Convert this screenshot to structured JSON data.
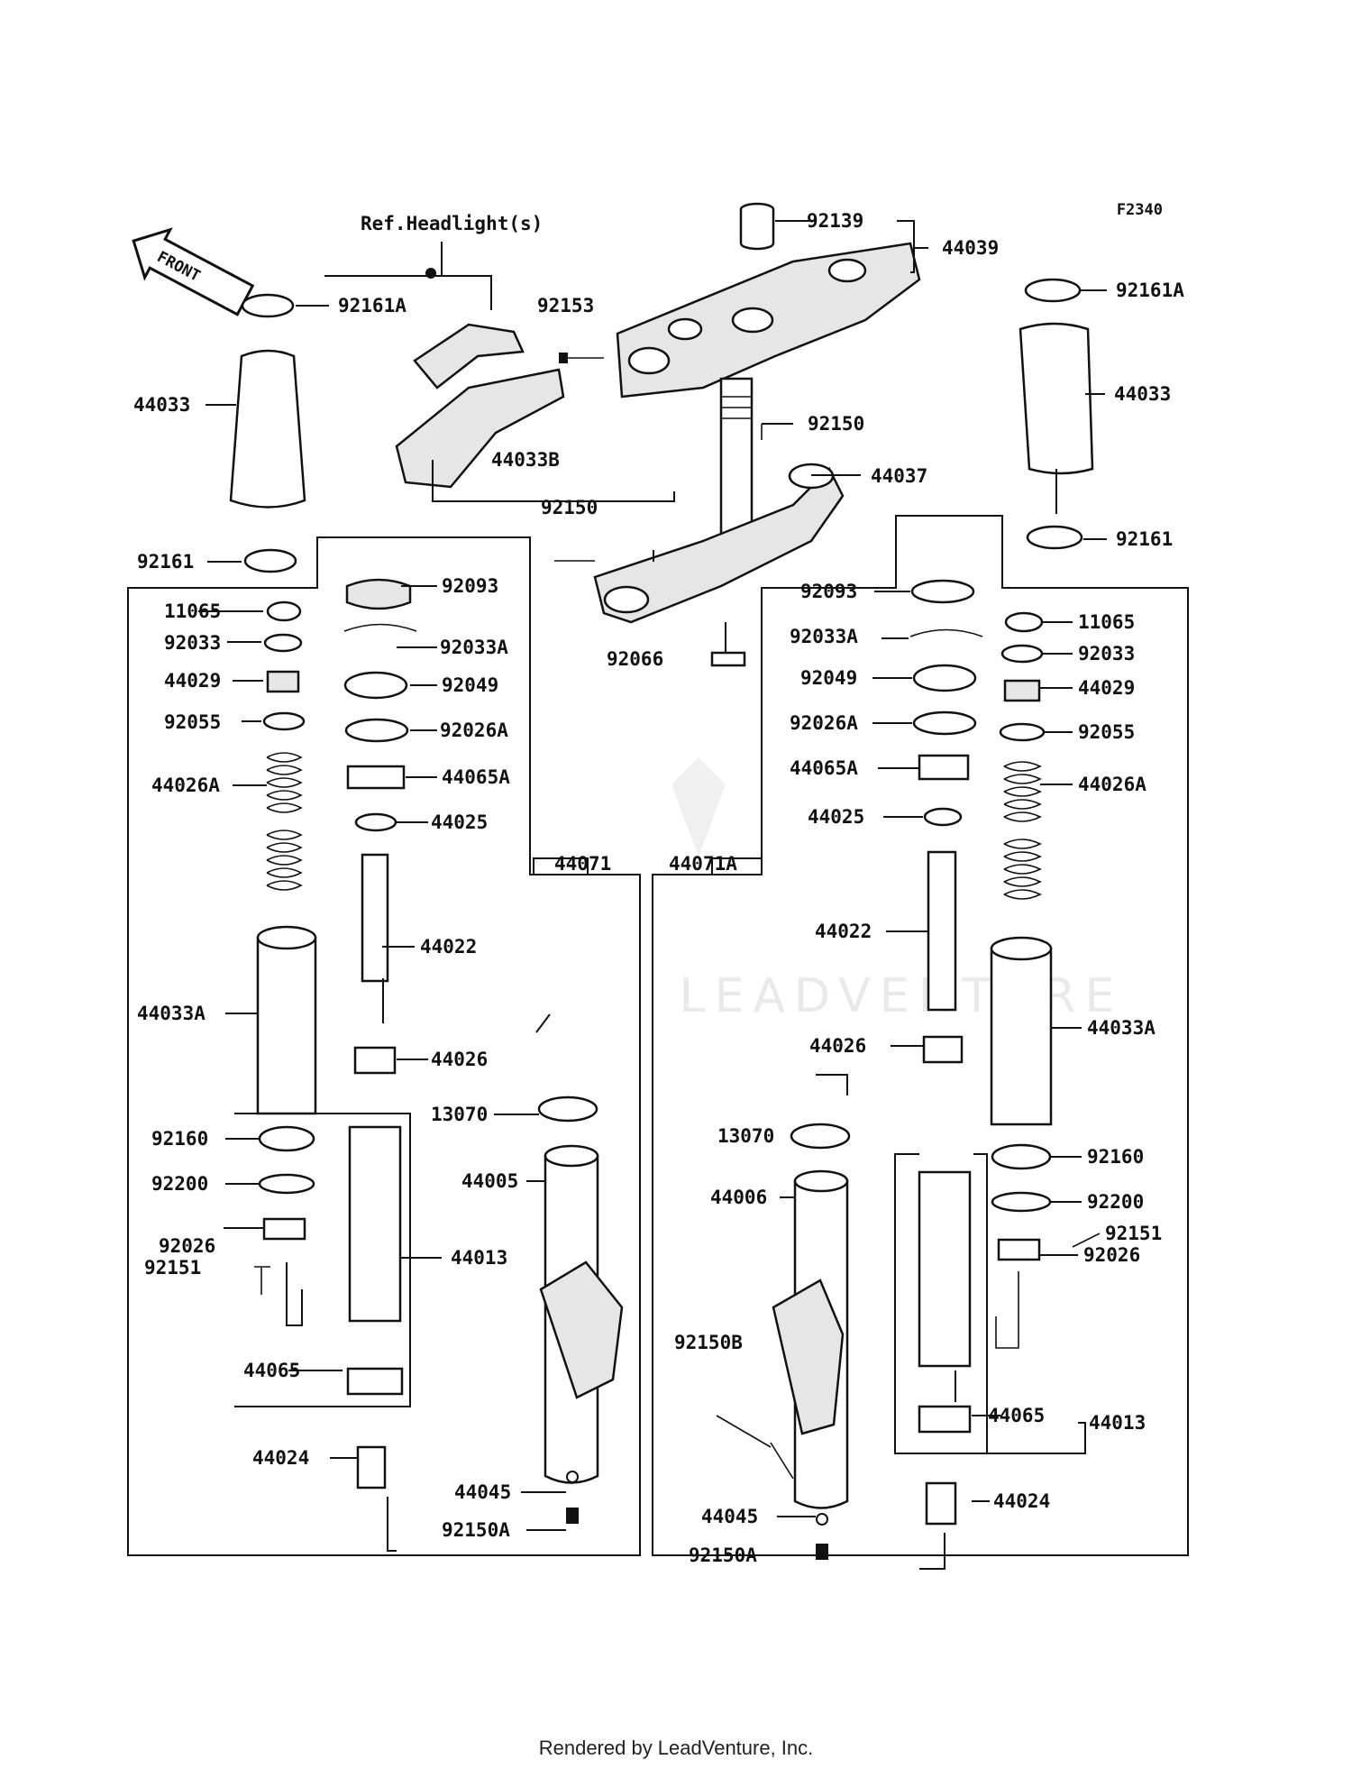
{
  "diagram_code": "F2340",
  "front_label": "FRONT",
  "ref_note": "Ref.Headlight(s)",
  "watermark": "LEADVENTURE",
  "footer": "Rendered by LeadVenture, Inc.",
  "labels": {
    "p92161A_l": "92161A",
    "p44033_l": "44033",
    "p92161_l": "92161",
    "p11065_l": "11065",
    "p92033_l": "92033",
    "p44029_l": "44029",
    "p92055_l": "92055",
    "p44026A_l": "44026A",
    "p44033A_l": "44033A",
    "p92160_l": "92160",
    "p92200_l": "92200",
    "p92026_l": "92026",
    "p92151_l": "92151",
    "p44065_l": "44065",
    "p44024_l": "44024",
    "p92093_l": "92093",
    "p92033A_l": "92033A",
    "p92049_l": "92049",
    "p92026A_l": "92026A",
    "p44065A_l": "44065A",
    "p44025_l": "44025",
    "p44022_l": "44022",
    "p44026_l": "44026",
    "p44013_l": "44013",
    "p13070_l": "13070",
    "p44005_l": "44005",
    "p44045_l": "44045",
    "p92150A_l": "92150A",
    "p44071": "44071",
    "p44071A": "44071A",
    "p92139": "92139",
    "p44039": "44039",
    "p92153": "92153",
    "p44033B": "44033B",
    "p92150_a": "92150",
    "p44037": "44037",
    "p92150_b": "92150",
    "p92066": "92066",
    "p92161A_r": "92161A",
    "p44033_r": "44033",
    "p92161_r": "92161",
    "p92093_r": "92093",
    "p92033A_r": "92033A",
    "p92049_r": "92049",
    "p92026A_r": "92026A",
    "p44065A_r": "44065A",
    "p44025_r": "44025",
    "p44022_r": "44022",
    "p44026_r": "44026",
    "p13070_r": "13070",
    "p44006": "44006",
    "p92150B": "92150B",
    "p44045_r": "44045",
    "p92150A_r": "92150A",
    "p11065_r": "11065",
    "p92033_r": "92033",
    "p44029_r": "44029",
    "p92055_r": "92055",
    "p44026A_r": "44026A",
    "p44033A_r": "44033A",
    "p92160_r": "92160",
    "p92200_r": "92200",
    "p92151_r": "92151",
    "p92026_r": "92026",
    "p44065_r": "44065",
    "p44013_r": "44013",
    "p44024_r": "44024"
  }
}
